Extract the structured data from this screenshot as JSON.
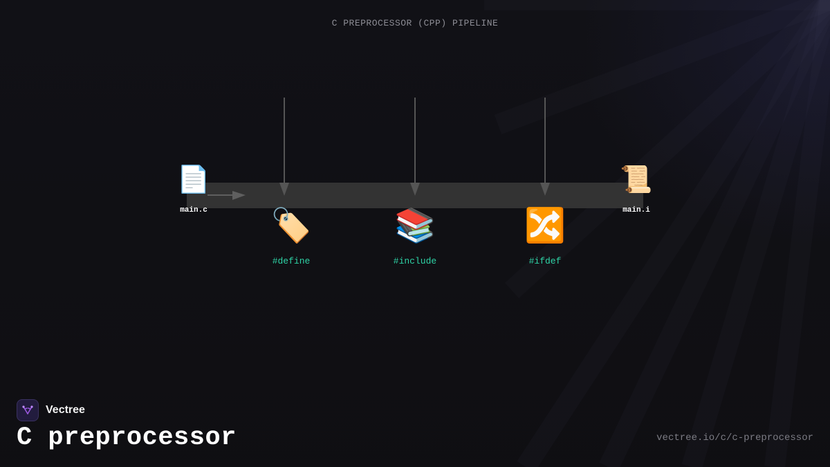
{
  "diagram": {
    "title": "C PREPROCESSOR (CPP) PIPELINE",
    "input": {
      "icon": "page-facing-up-icon",
      "glyph": "📄",
      "label": "main.c"
    },
    "output": {
      "icon": "scroll-icon",
      "glyph": "📜",
      "label": "main.i"
    },
    "stages": [
      {
        "icon": "label-tag-icon",
        "glyph": "🏷️",
        "label": "#define"
      },
      {
        "icon": "books-icon",
        "glyph": "📚",
        "label": "#include"
      },
      {
        "icon": "shuffle-icon",
        "glyph": "🔀",
        "label": "#ifdef"
      }
    ],
    "colors": {
      "pipe": "#333333",
      "connector": "#555555",
      "stage_label": "#2ed3a6"
    }
  },
  "brand": {
    "name": "Vectree",
    "logo_icon": "vectree-logo-icon",
    "logo_color": "#9b59e0"
  },
  "page": {
    "heading": "C preprocessor",
    "url": "vectree.io/c/c-preprocessor"
  }
}
